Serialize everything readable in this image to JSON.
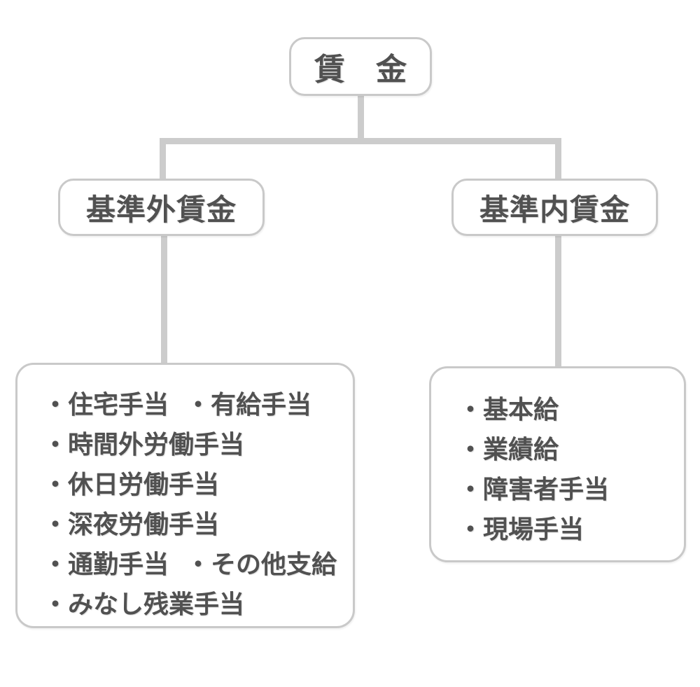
{
  "diagram": {
    "title": "wage-breakdown-tree",
    "root": {
      "label": "賃　金"
    },
    "branch_left": {
      "label": "基準外賃金",
      "items": [
        [
          "・住宅手当",
          "・有給手当"
        ],
        [
          "・時間外労働手当"
        ],
        [
          "・休日労働手当"
        ],
        [
          "・深夜労働手当"
        ],
        [
          "・通勤手当",
          "・その他支給"
        ],
        [
          "・みなし残業手当"
        ]
      ]
    },
    "branch_right": {
      "label": "基準内賃金",
      "items": [
        [
          "・基本給"
        ],
        [
          "・業績給"
        ],
        [
          "・障害者手当"
        ],
        [
          "・現場手当"
        ]
      ]
    },
    "colors": {
      "box_border": "#c9c9c9",
      "connector": "#cccccc",
      "text": "#515151",
      "background": "#ffffff"
    }
  }
}
